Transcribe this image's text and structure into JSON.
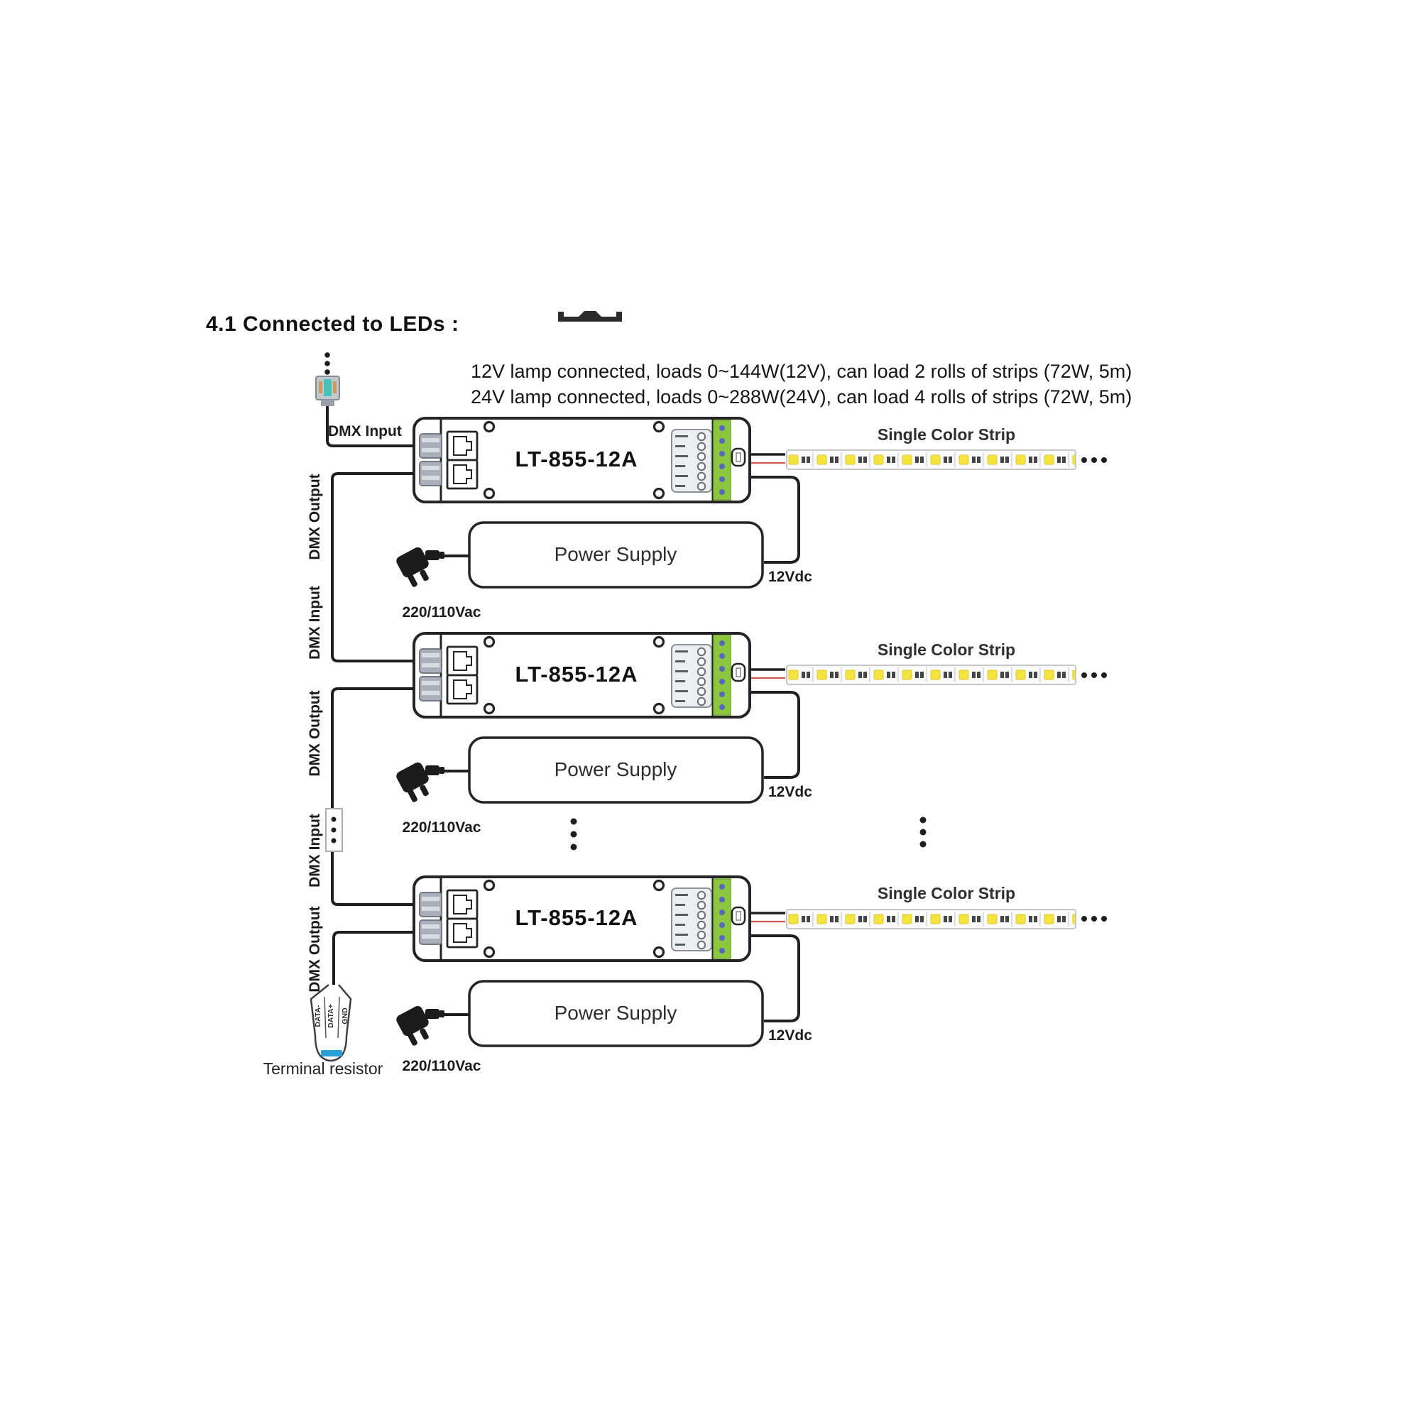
{
  "page": {
    "title": "4.1 Connected to LEDs :"
  },
  "notes": [
    "12V lamp connected, loads 0~144W(12V), can load 2 rolls of strips (72W, 5m)",
    "24V lamp connected, loads 0~288W(24V), can load 4 rolls of strips (72W, 5m)"
  ],
  "wiring": {
    "dmx_input": "DMX Input",
    "dmx_output": "DMX Output",
    "ac_label": "220/110Vac",
    "dc_label": "12Vdc",
    "terminal_resistor": "Terminal resistor",
    "pins": {
      "data_minus": "DATA-",
      "data_plus": "DATA+",
      "gnd": "GND"
    }
  },
  "units": [
    {
      "model": "LT-855-12A",
      "strip": "Single Color Strip",
      "power": "Power Supply"
    },
    {
      "model": "LT-855-12A",
      "strip": "Single Color Strip",
      "power": "Power Supply"
    },
    {
      "model": "LT-855-12A",
      "strip": "Single Color Strip",
      "power": "Power Supply"
    }
  ],
  "colors": {
    "terminal_green": "#8dc63f",
    "screw_blue": "#5668bb",
    "wire_black": "#1f1f1f",
    "wire_red": "#d42a1e",
    "wire_pink": "#d4574e",
    "resistor_blue": "#2b9fd8",
    "connector_teal": "#45c1b6",
    "led_yellow": "#f5e43e"
  }
}
